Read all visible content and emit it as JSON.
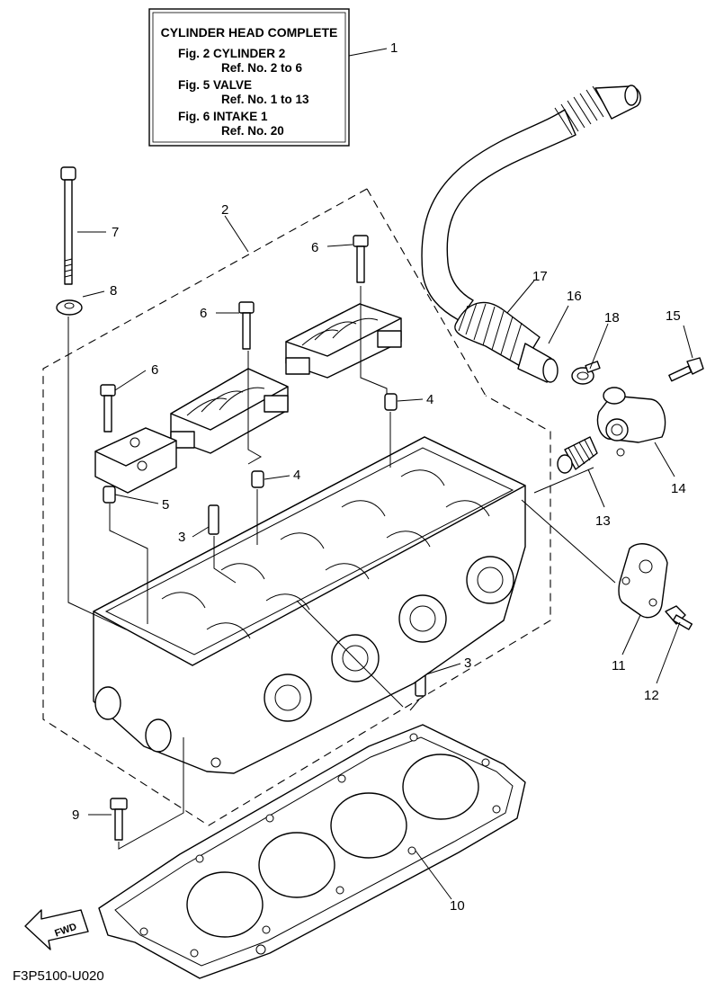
{
  "info_box": {
    "title": "CYLINDER HEAD COMPLETE",
    "lines": [
      {
        "fig": "Fig. 2 CYLINDER 2",
        "ref": "Ref. No. 2 to 6"
      },
      {
        "fig": "Fig. 5 VALVE",
        "ref": "Ref. No. 1 to 13"
      },
      {
        "fig": "Fig. 6 INTAKE 1",
        "ref": "Ref. No. 20"
      }
    ]
  },
  "callouts": [
    "1",
    "2",
    "3",
    "3",
    "4",
    "4",
    "5",
    "6",
    "6",
    "6",
    "7",
    "8",
    "9",
    "10",
    "11",
    "12",
    "13",
    "14",
    "15",
    "16",
    "17",
    "18"
  ],
  "fwd_label": "FWD",
  "figure_code": "F3P5100-U020"
}
